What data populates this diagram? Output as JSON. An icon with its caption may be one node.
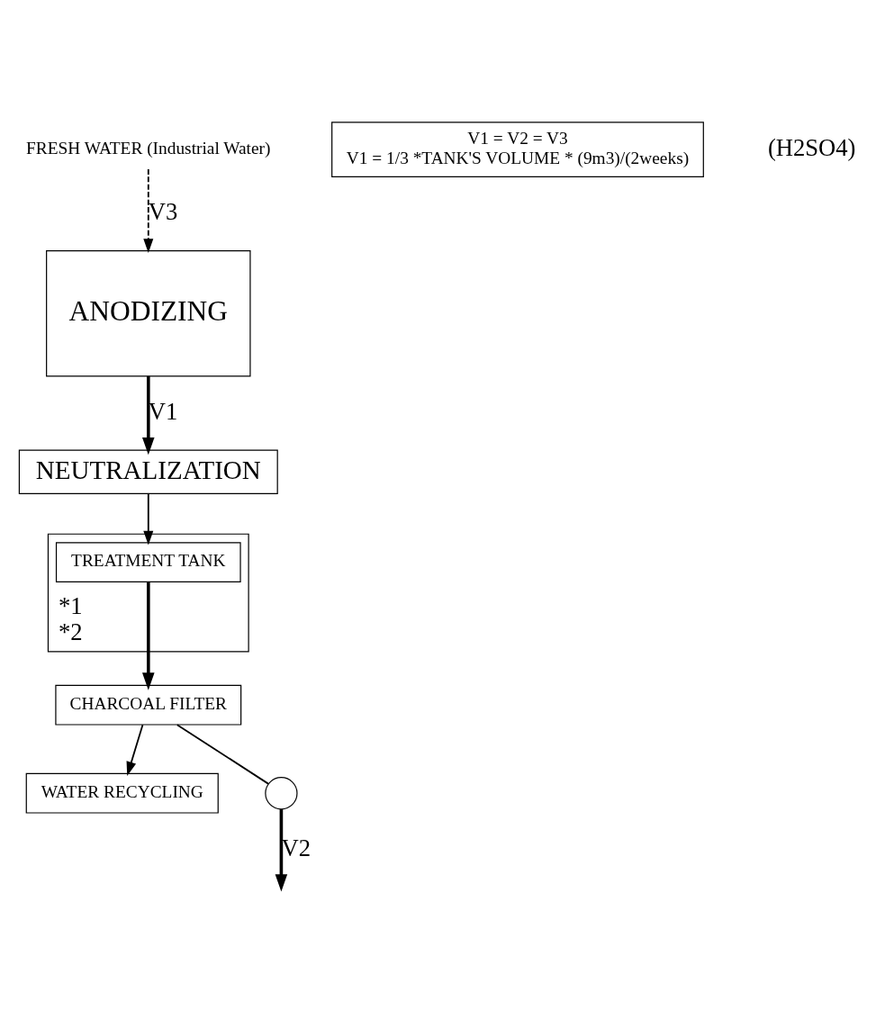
{
  "diagram": {
    "nodes": [
      {
        "text": [
          "NEUTRALIZATION"
        ]
      },
      {
        "text": [
          "ANODIZING"
        ]
      },
      {
        "text": [
          "*1",
          "*2"
        ]
      },
      {
        "text": [
          "TREATMENT TANK"
        ],
        "in": 2
      },
      {
        "text": [
          "CHARCOAL FILTER"
        ]
      },
      {
        "text": [
          "WATER RECYCLING"
        ]
      },
      {
        "text": [],
        "shape": "circle"
      },
      {
        "text": [
          "FRESH WATER (Industrial Water)"
        ]
      },
      {
        "text": [
          "V1 = V2 = V3",
          "V1 = 1/3 *TANK'S VOLUME * (9m3)/(2weeks)"
        ]
      }
    ],
    "edges": [
      {
        "from": 1,
        "to": 0,
        "arrow": "to",
        "label": "V1",
        "style": "thick"
      },
      {
        "from": 0,
        "to": 3,
        "arrow": "to"
      },
      {
        "from": 7,
        "to": 1,
        "arrow": "to",
        "label": "V3",
        "style": "dashed"
      },
      {
        "from": 3,
        "to": 4,
        "arrow": "to",
        "style": "thick"
      },
      {
        "from": 4,
        "to": 5,
        "arrow": "to"
      },
      {
        "from": 4,
        "to": 6,
        "arrow": "none"
      },
      {
        "from": 6,
        "to": null,
        "arrow": "to",
        "label": "V2",
        "style": "thick"
      }
    ],
    "labels": [
      "(H2SO4)"
    ]
  }
}
